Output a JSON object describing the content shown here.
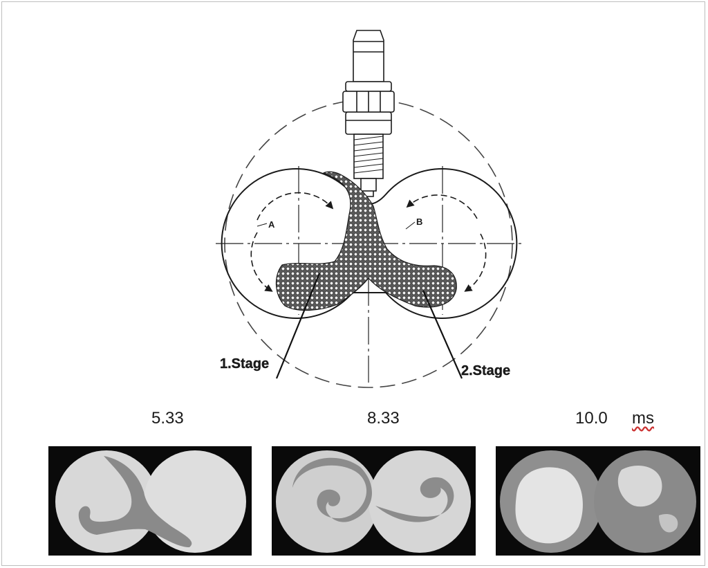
{
  "diagram": {
    "labels": {
      "vortex_a": "A",
      "vortex_b": "B",
      "stage_1": "1.Stage",
      "stage_2": "2.Stage"
    }
  },
  "snapshots": [
    {
      "time": "5.33"
    },
    {
      "time": "8.33"
    },
    {
      "time": "10.0"
    }
  ],
  "time_unit": "ms",
  "colors": {
    "ink": "#1a1a1a",
    "snapshot_background": "#0a0a0a",
    "burned_gas": "#d8d8d8",
    "flame_front": "#8a8a8a"
  }
}
